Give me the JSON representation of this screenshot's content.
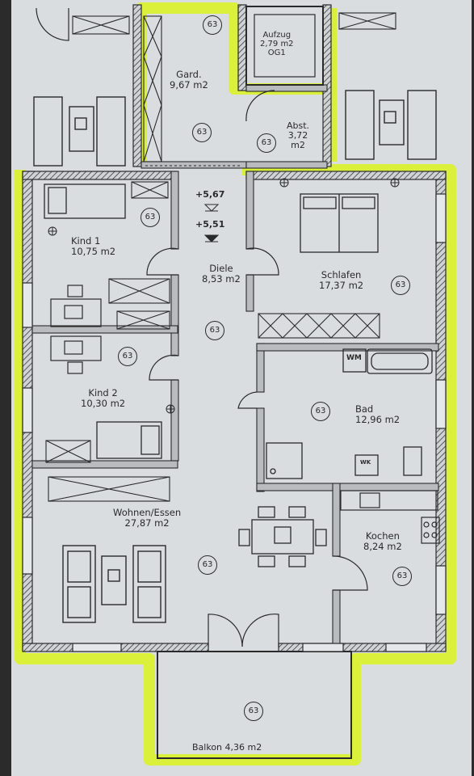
{
  "rooms": {
    "gard": {
      "name": "Gard.",
      "area": "9,67 m2"
    },
    "aufzug": {
      "name": "Aufzug",
      "area": "2,79 m2",
      "extra": "OG1"
    },
    "abst": {
      "name": "Abst.",
      "area": "3,72",
      "area_unit": "m2"
    },
    "kind1": {
      "name": "Kind 1",
      "area": "10,75 m2"
    },
    "diele": {
      "name": "Diele",
      "area": "8,53 m2"
    },
    "schlafen": {
      "name": "Schlafen",
      "area": "17,37 m2"
    },
    "kind2": {
      "name": "Kind 2",
      "area": "10,30 m2"
    },
    "bad": {
      "name": "Bad",
      "area": "12,96 m2"
    },
    "wohnen": {
      "name": "Wohnen/Essen",
      "area": "27,87 m2"
    },
    "kochen": {
      "name": "Kochen",
      "area": "8,24 m2"
    },
    "balkon": {
      "name": "Balkon",
      "area": "4,36 m2"
    }
  },
  "levels": {
    "upper": "+5,67",
    "lower": "+5,51"
  },
  "room_badge": "63",
  "fixture_tags": {
    "washer": "WM",
    "dryer": "WK"
  },
  "colors": {
    "wall_highlight": "#d9f229",
    "wall_hatch": "#3a3a3a",
    "paper": "#d9dde0",
    "line": "#2a2a2a"
  }
}
